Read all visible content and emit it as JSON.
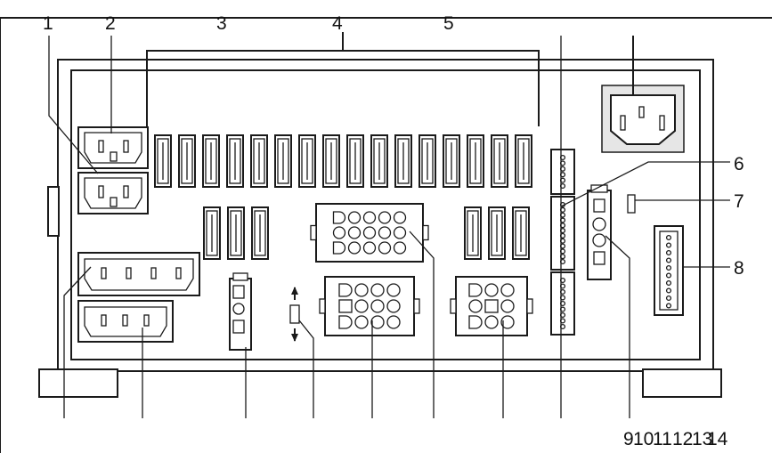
{
  "labels_top": [
    "1",
    "2",
    "3",
    "4",
    "5"
  ],
  "labels_right": [
    "6",
    "7",
    "8"
  ],
  "labels_bottom": [
    "9",
    "10",
    "11",
    "12",
    "13",
    "14"
  ],
  "colors": {
    "line": "#1a1a1a",
    "panel_shade": "#e6e6e6",
    "background": "#ffffff"
  }
}
